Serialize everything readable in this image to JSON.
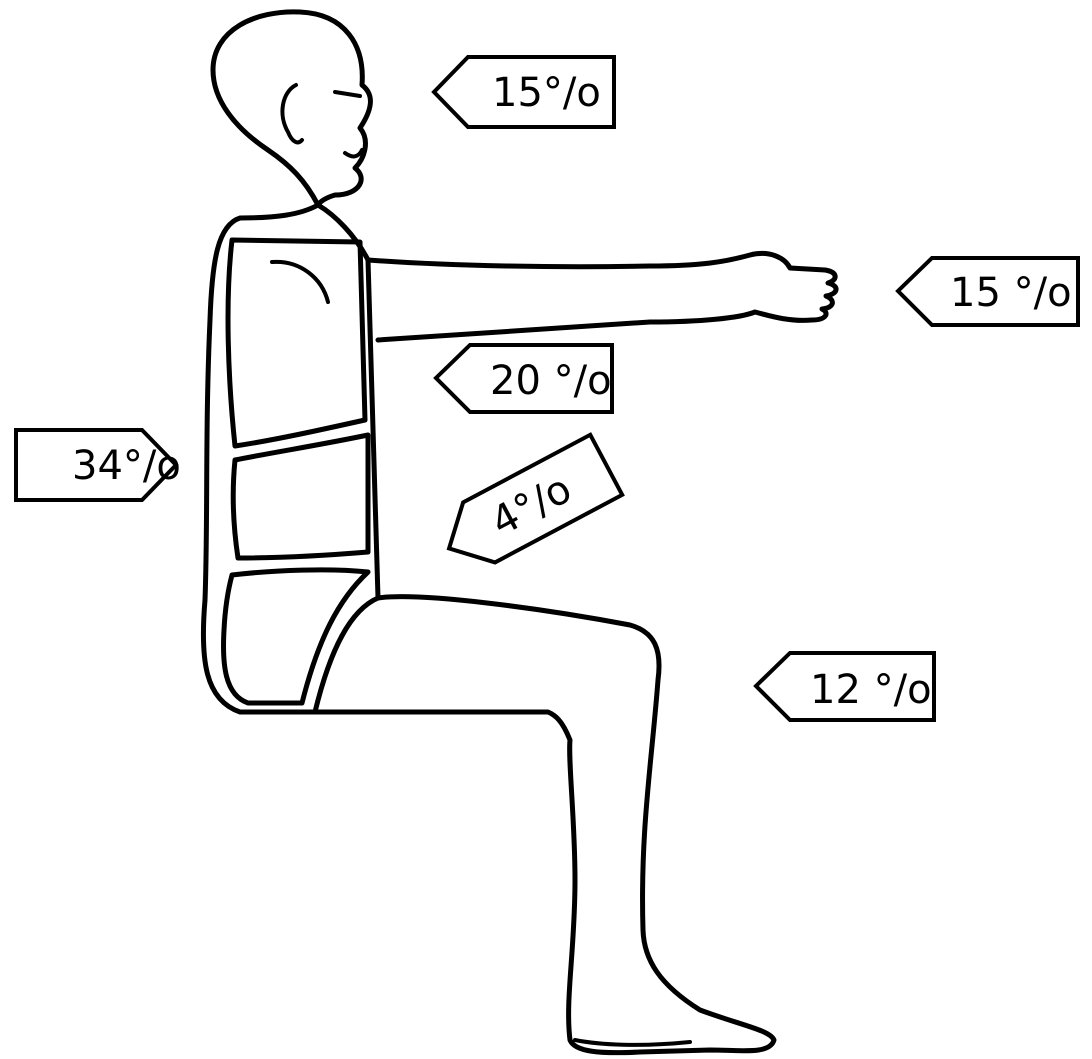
{
  "labels": {
    "head": "15°/o",
    "hand_arm": "15 °/o",
    "chest": "20 °/o",
    "back": "34°/o",
    "abdomen": "4°/o",
    "thighs_legs": "12 °/o"
  }
}
